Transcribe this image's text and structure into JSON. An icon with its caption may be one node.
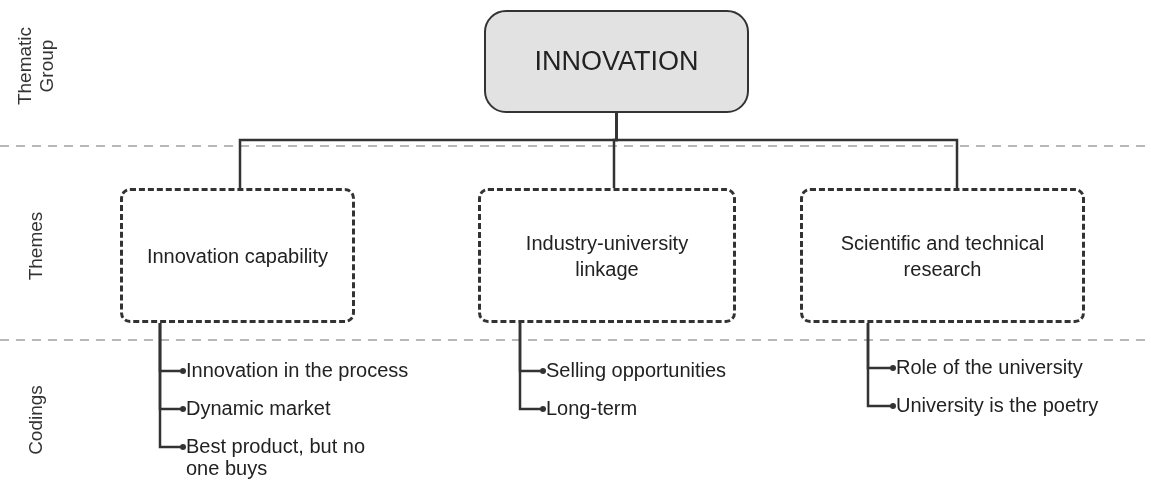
{
  "diagram": {
    "nodes": [
      {
        "text": [
          "INNOVATION"
        ]
      },
      {
        "text": [
          "Innovation capability"
        ]
      },
      {
        "text": [
          "Industry-university linkage"
        ]
      },
      {
        "text": [
          "Scientific and technical research"
        ]
      },
      {
        "text": [
          "Innovation in the process"
        ]
      },
      {
        "text": [
          "Dynamic market"
        ]
      },
      {
        "text": [
          "Best product, but no one buys"
        ]
      },
      {
        "text": [
          "Selling opportunities"
        ]
      },
      {
        "text": [
          "Long-term"
        ]
      },
      {
        "text": [
          "Role of the university"
        ]
      },
      {
        "text": [
          "University is the poetry"
        ]
      }
    ],
    "edges": [
      {
        "from": 0,
        "to": 1,
        "arrow": "none"
      },
      {
        "from": 0,
        "to": 2,
        "arrow": "none"
      },
      {
        "from": 0,
        "to": 3,
        "arrow": "none"
      },
      {
        "from": 1,
        "to": 4,
        "arrow": "other"
      },
      {
        "from": 1,
        "to": 5,
        "arrow": "other"
      },
      {
        "from": 1,
        "to": 6,
        "arrow": "other"
      },
      {
        "from": 2,
        "to": 7,
        "arrow": "other"
      },
      {
        "from": 2,
        "to": 8,
        "arrow": "other"
      },
      {
        "from": 3,
        "to": 9,
        "arrow": "other"
      },
      {
        "from": 3,
        "to": 10,
        "arrow": "other"
      }
    ],
    "labels": [
      "Thematic Group",
      "Themes",
      "Codings"
    ]
  }
}
